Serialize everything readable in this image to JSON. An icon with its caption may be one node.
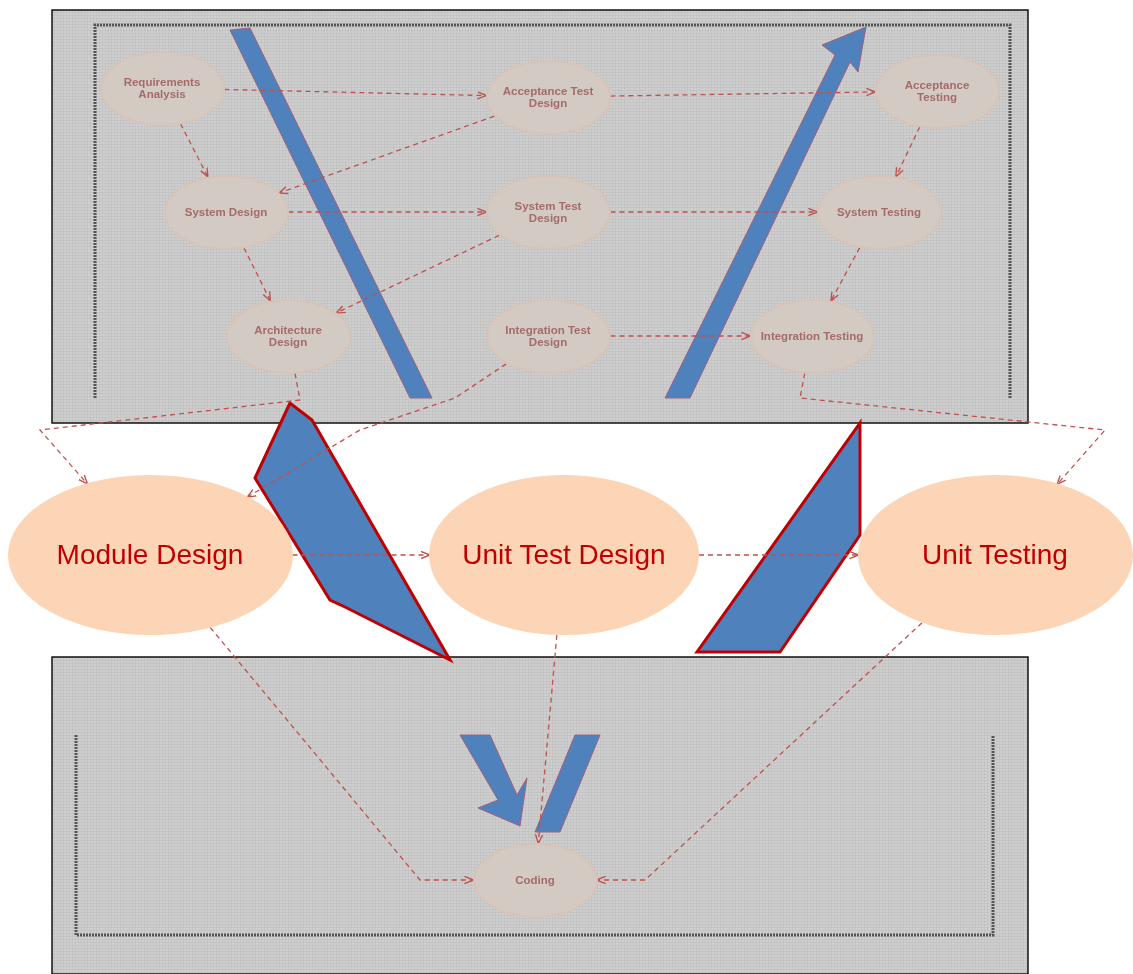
{
  "diagram": {
    "nodes": [
      {
        "text": [
          "Requirements Analysis"
        ]
      },
      {
        "text": [
          "Acceptance Test Design"
        ]
      },
      {
        "text": [
          "Acceptance Testing"
        ]
      },
      {
        "text": [
          "System Design"
        ]
      },
      {
        "text": [
          "System Test Design"
        ]
      },
      {
        "text": [
          "System Testing"
        ]
      },
      {
        "text": [
          "Architecture Design"
        ]
      },
      {
        "text": [
          "Integration Test Design"
        ]
      },
      {
        "text": [
          "Integration Testing"
        ]
      },
      {
        "text": [
          "Module Design"
        ]
      },
      {
        "text": [
          "Unit Test Design"
        ]
      },
      {
        "text": [
          "Unit Testing"
        ]
      },
      {
        "text": [
          "Coding"
        ]
      }
    ],
    "edges": [
      {
        "from": 0,
        "to": 1,
        "arrow": "to",
        "style": "dashed"
      },
      {
        "from": 1,
        "to": 2,
        "arrow": "to",
        "style": "dashed"
      },
      {
        "from": 0,
        "to": 3,
        "arrow": "to",
        "style": "dashed"
      },
      {
        "from": 1,
        "to": 3,
        "arrow": "to",
        "style": "dashed"
      },
      {
        "from": 3,
        "to": 4,
        "arrow": "to",
        "style": "dashed"
      },
      {
        "from": 2,
        "to": 5,
        "arrow": "to",
        "style": "dashed"
      },
      {
        "from": 3,
        "to": 6,
        "arrow": "to",
        "style": "dashed"
      },
      {
        "from": 4,
        "to": 6,
        "arrow": "to",
        "style": "dashed"
      },
      {
        "from": 4,
        "to": 5,
        "arrow": "to",
        "style": "dashed"
      },
      {
        "from": 5,
        "to": 8,
        "arrow": "to",
        "style": "dashed"
      },
      {
        "from": 7,
        "to": 8,
        "arrow": "to",
        "style": "dashed"
      },
      {
        "from": 8,
        "to": 11,
        "arrow": "to",
        "style": "dashed"
      },
      {
        "from": 6,
        "to": 9,
        "arrow": "to",
        "style": "dashed"
      },
      {
        "from": 7,
        "to": 9,
        "arrow": "to",
        "style": "dashed"
      },
      {
        "from": 9,
        "to": 10,
        "arrow": "to",
        "style": "dashed"
      },
      {
        "from": 10,
        "to": 11,
        "arrow": "to",
        "style": "dashed"
      },
      {
        "from": 9,
        "to": 12,
        "arrow": "to",
        "style": "dashed"
      },
      {
        "from": 10,
        "to": 12,
        "arrow": "to",
        "style": "dashed"
      },
      {
        "from": 11,
        "to": 12,
        "arrow": "to",
        "style": "dashed"
      }
    ]
  }
}
